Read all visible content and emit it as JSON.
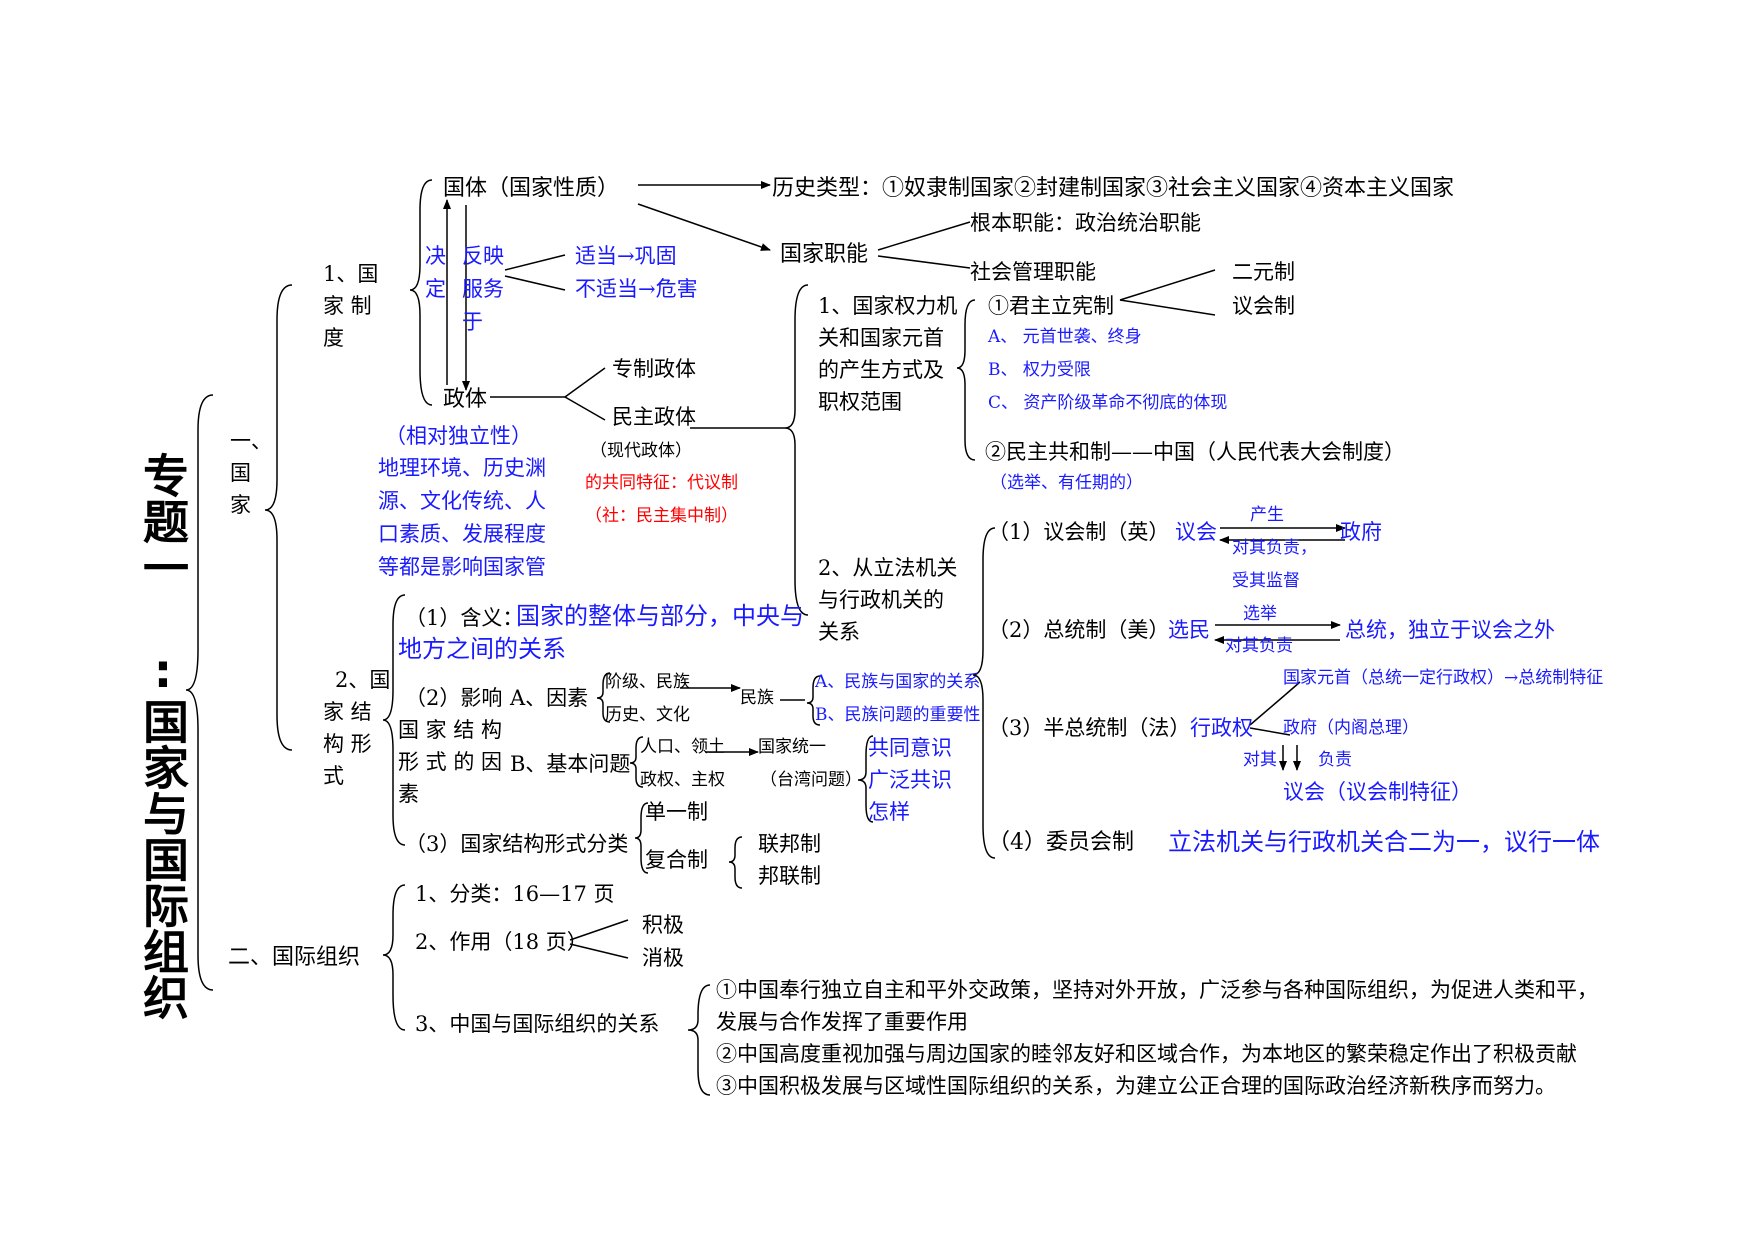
{
  "title": "专题一 :国家与国际组织",
  "sec1": "一、国家",
  "sec2": "二、国际组织",
  "guojia_zhidu": {
    "label_1": "1、国",
    "label_2": "家 制",
    "label_3": "度",
    "guoti": "国体（国家性质）",
    "lishi_leixing": "历史类型：①奴隶制国家②封建制国家③社会主义国家④资本主义国家",
    "guojia_zhineng": "国家职能",
    "genben_zhineng": "根本职能：政治统治职能",
    "shehui_guanli": "社会管理职能",
    "jueding_1": "决",
    "jueding_2": "定",
    "fanying": "反映",
    "fuwu_1": "服务",
    "fuwu_2": "于",
    "shidang": "适当→巩固",
    "bushidang": "不适当→危害",
    "zhengti": "政体",
    "zhuanzhi": "专制政体",
    "minzhu": "民主政体",
    "xiandai": "（现代政体）",
    "gongtong": "的共同特征：代议制",
    "she": "（社：民主集中制）",
    "xiangdui": "（相对独立性）",
    "yingxiang_1": "地理环境、历史渊",
    "yingxiang_2": "源、文化传统、人",
    "yingxiang_3": "口素质、发展程度",
    "yingxiang_4": "等都是影响国家管"
  },
  "quanli_jiguan": {
    "h1": "1、国家权力机",
    "h2": "关和国家元首",
    "h3": "的产生方式及",
    "h4": "职权范围",
    "junzhu": "①君主立宪制",
    "eryuan": "二元制",
    "yihui": "议会制",
    "a": "A、 元首世袭、终身",
    "b": "B、 权力受限",
    "c": "C、 资产阶级革命不彻底的体现",
    "gonghe": "②民主共和制——中国（人民代表大会制度）",
    "xuanju": "（选举、有任期的）"
  },
  "lifa_xingzheng": {
    "h1": "2、从立法机关",
    "h2": "与行政机关的",
    "h3": "关系",
    "yhz_label": "（1）议会制（英）",
    "yhz_yihui": "议会",
    "yhz_chansheng": "产生",
    "yhz_zhengfu": "政府",
    "yhz_fuze": "对其负责，",
    "yhz_jiandu": "受其监督",
    "zt_label": "（2）总统制（美）",
    "zt_xuanmin": "选民",
    "zt_xuanju": "选举",
    "zt_zongtong": "总统，独立于议会之外",
    "zt_fuze": "对其负责",
    "bzt_label": "（3）半总统制（法）",
    "bzt_xingzheng": "行政权",
    "bzt_yuanshou": "国家元首（总统一定行政权）→总统制特征",
    "bzt_zhengfu": "政府（内阁总理）",
    "bzt_duiqi": "对其",
    "bzt_fuze": "负责",
    "bzt_yihui": "议会（议会制特征）",
    "wyh_label": "（4）委员会制",
    "wyh_desc": "立法机关与行政机关合二为一，议行一体"
  },
  "jiegou": {
    "label_1": "2、国",
    "label_2": "家 结",
    "label_3": "构 形",
    "label_4": "式",
    "hanyi_label": "（1）含义：",
    "hanyi_1": "国家的整体与部分，中央与",
    "hanyi_2": "地方之间的关系",
    "yx_1": "（2）影响",
    "yx_2": "国 家 结 构",
    "yx_3": "形 式 的 因",
    "yx_4": "素",
    "a_yinsu": "A、因素",
    "jieji": "阶级、民族",
    "lishi": "历史、文化",
    "minzu": "民族",
    "a_guanxi": "A、民族与国家的关系",
    "b_wenti": "B、民族问题的重要性",
    "b_jiben": "B、基本问题",
    "renkou": "人口、领土",
    "zhengquan": "政权、主权",
    "tongyi": "国家统一",
    "taiwan": "（台湾问题）",
    "gongtong": "共同意识",
    "guangfan": "广泛共识",
    "zenyang": "怎样",
    "fenlei_label": "（3）国家结构形式分类",
    "danyi": "单一制",
    "fuhe": "复合制",
    "lianbang": "联邦制",
    "banglian": "邦联制"
  },
  "guoji": {
    "fenlei": "1、分类：16—17 页",
    "zuoyong": "2、作用（18 页）",
    "jiji": "积极",
    "xiaoji": "消极",
    "guanxi": "3、中国与国际组织的关系",
    "p1a": "①中国奉行独立自主和平外交政策，坚持对外开放，广泛参与各种国际组织，为促进人类和平，",
    "p1b": "发展与合作发挥了重要作用",
    "p2": "②中国高度重视加强与周边国家的睦邻友好和区域合作，为本地区的繁荣稳定作出了积极贡献",
    "p3": "③中国积极发展与区域性国际组织的关系，为建立公正合理的国际政治经济新秩序而努力。"
  }
}
